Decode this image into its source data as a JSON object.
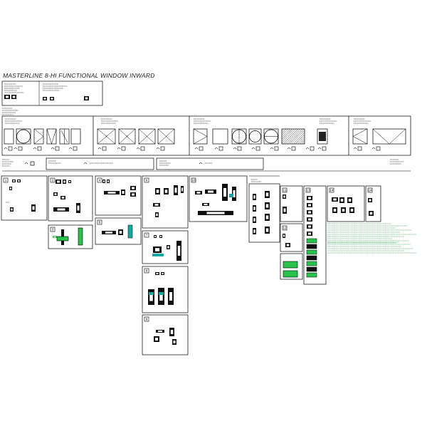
{
  "sheet": {
    "title": "MASTERLINE 8-HI FUNCTIONAL WINDOW INWARD",
    "line_color": "#000000",
    "accent_green": "#27c24c",
    "accent_teal": "#1aa5a0"
  },
  "section_markers": [
    "1",
    "2",
    "3",
    "4",
    "5",
    "6",
    "7",
    "8",
    "9",
    "10",
    "11",
    "12",
    "13",
    "14"
  ]
}
